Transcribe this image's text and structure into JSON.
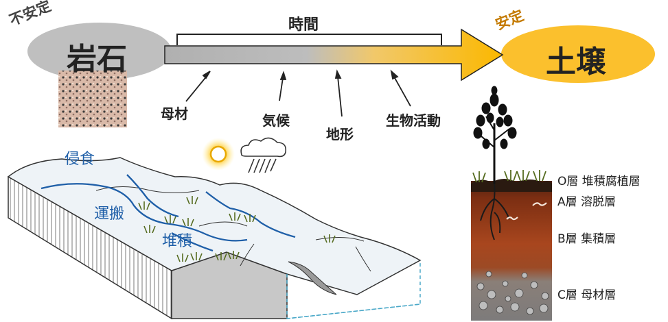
{
  "top": {
    "unstable_label": "不安定",
    "stable_label": "安定",
    "time_label": "時間",
    "rock_label": "岩石",
    "soil_label": "土壌"
  },
  "factors": [
    {
      "label": "母材"
    },
    {
      "label": "気候"
    },
    {
      "label": "地形"
    },
    {
      "label": "生物活動"
    }
  ],
  "landscape": {
    "erosion_label": "侵食",
    "transport_label": "運搬",
    "deposition_label": "堆積"
  },
  "horizons": [
    {
      "label": "O層 堆積腐植層"
    },
    {
      "label": "A層 溶脱層"
    },
    {
      "label": "B層 集積層"
    },
    {
      "label": "C層 母材層"
    }
  ],
  "colors": {
    "rock_ellipse": "#bfbfbf",
    "soil_ellipse": "#fbc02d",
    "arrow_start": "#b0b0b0",
    "arrow_end": "#fbc02d",
    "unstable_text": "#444444",
    "stable_text": "#c47a00",
    "river": "#1f5fa8"
  }
}
